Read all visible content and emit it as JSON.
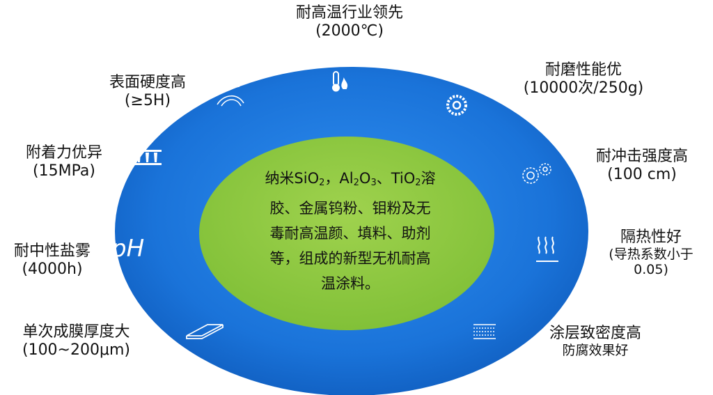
{
  "colors": {
    "outer_ring": "#1a73d9",
    "outer_ring_edge": "#0d4fa8",
    "inner_disc": "#8cc63f",
    "icon": "#ffffff"
  },
  "center": {
    "parts": [
      "纳米SiO",
      "2",
      "，Al",
      "2",
      "O",
      "3",
      "、TiO",
      "2",
      "溶胶、金属钨粉、钼粉及无毒耐高温颜、填料、助剂等，组成的新型无机耐高温涂料。"
    ],
    "line2": "胶、金属钨粉、钼粉及无",
    "line3": "毒耐高温颜、填料、助剂",
    "line4": "等，组成的新型无机耐高",
    "line5": "温涂料。"
  },
  "labels": {
    "high_temp": {
      "title": "耐高温行业领先",
      "sub": "(2000℃)"
    },
    "wear": {
      "title": "耐磨性能优",
      "sub": "(10000次/250g)"
    },
    "impact": {
      "title": "耐冲击强度高",
      "sub": "(100 cm)"
    },
    "insulation": {
      "title": "隔热性好",
      "sub": "(导热系数小于",
      "sub2": "0.05)"
    },
    "dense": {
      "title": "涂层致密度高",
      "sub": "防腐效果好"
    },
    "film": {
      "title": "单次成膜厚度大",
      "sub": "(100~200μm)"
    },
    "salt_fog": {
      "title": "耐中性盐雾",
      "sub": "(4000h)"
    },
    "adhesion": {
      "title": "附着力优异",
      "sub": "(15MPa)"
    },
    "hardness": {
      "title": "表面硬度高",
      "sub": "(≥5H)"
    }
  },
  "icons": {
    "high_temp": "thermometer-flame-icon",
    "wear": "tire-icon",
    "impact": "gears-icon",
    "insulation": "heat-waves-icon",
    "dense": "dense-grid-icon",
    "film": "panel-sheet-icon",
    "salt_fog": "ph-icon",
    "adhesion": "adhesion-pillars-icon",
    "hardness": "scratch-icon"
  },
  "ph_text": "pH"
}
